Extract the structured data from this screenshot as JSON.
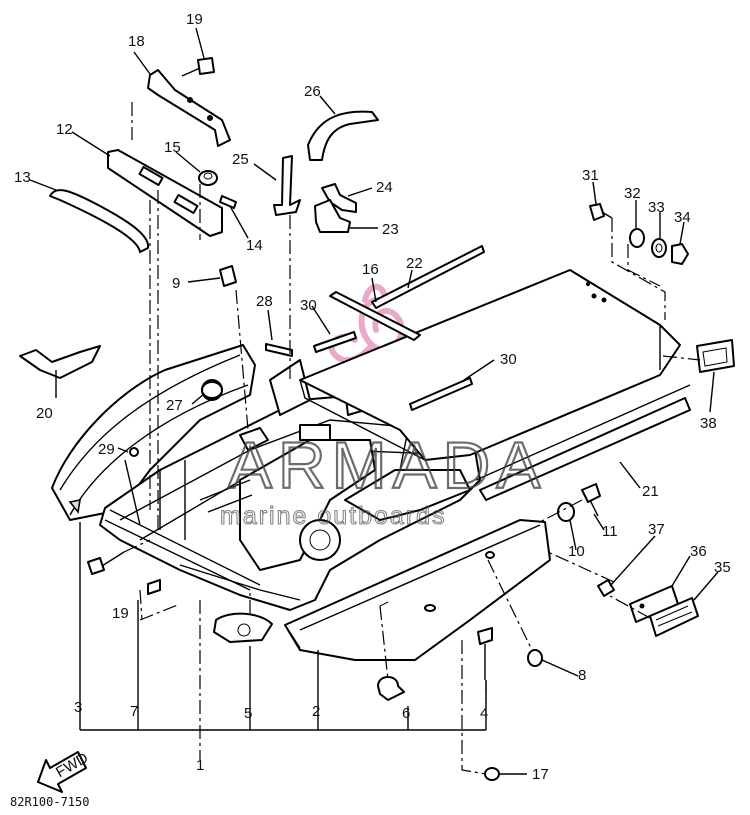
{
  "diagram": {
    "part_numbers": {
      "p19a": "19",
      "p18": "18",
      "p12": "12",
      "p15": "15",
      "p13": "13",
      "p14": "14",
      "p25": "25",
      "p26": "26",
      "p24": "24",
      "p23": "23",
      "p31": "31",
      "p32": "32",
      "p33": "33",
      "p34": "34",
      "p16": "16",
      "p22": "22",
      "p9": "9",
      "p28": "28",
      "p30a": "30",
      "p30b": "30",
      "p20": "20",
      "p27": "27",
      "p38": "38",
      "p29": "29",
      "p21": "21",
      "p11": "11",
      "p10": "10",
      "p37": "37",
      "p36": "36",
      "p35": "35",
      "p19b": "19",
      "p7": "7",
      "p5": "5",
      "p8": "8",
      "p6": "6",
      "p2": "2",
      "p4": "4",
      "p3": "3",
      "p1": "1",
      "p17": "17"
    },
    "fwd_label": "FWD",
    "drawing_code": "82R100-7150",
    "watermark": {
      "brand": "ARMADA",
      "tagline": "marine outboards",
      "colors": {
        "logo": "#e9a9c9",
        "text": "#555555"
      }
    }
  }
}
